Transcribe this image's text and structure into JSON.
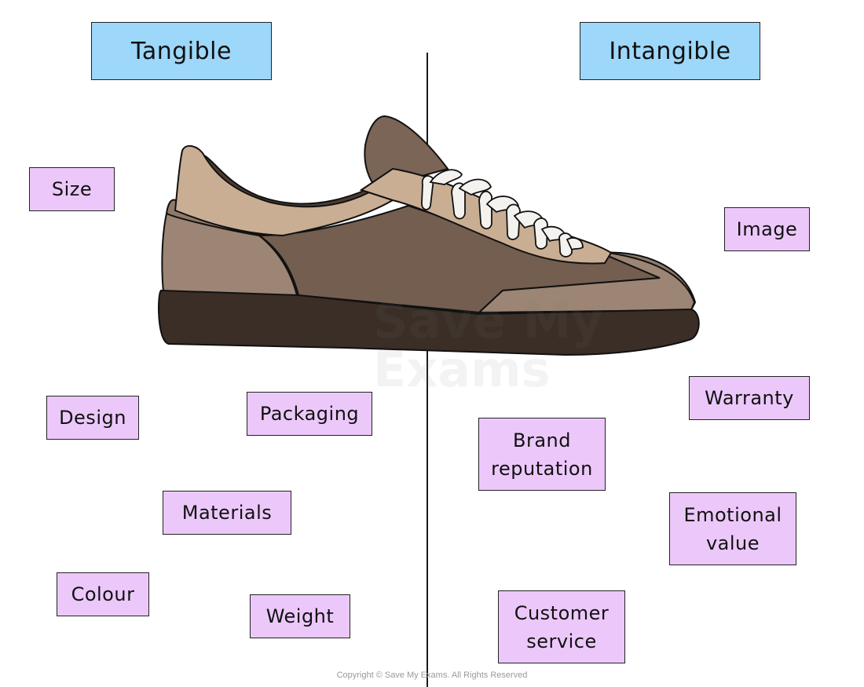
{
  "headers": {
    "tangible": "Tangible",
    "intangible": "Intangible"
  },
  "tangible_items": {
    "size": "Size",
    "design": "Design",
    "packaging": "Packaging",
    "materials": "Materials",
    "colour": "Colour",
    "weight": "Weight"
  },
  "intangible_items": {
    "image": "Image",
    "warranty": "Warranty",
    "brand_reputation": "Brand\nreputation",
    "emotional_value": "Emotional\nvalue",
    "customer_service": "Customer\nservice"
  },
  "watermark": "Save My\nExams",
  "copyright": "Copyright © Save My Exams. All Rights Reserved",
  "colors": {
    "header_fill": "#9dd7f9",
    "tag_fill": "#ecc8fa",
    "shoe_sole": "#3a2e27",
    "shoe_body": "#7a6556",
    "shoe_tan": "#c9ae94"
  }
}
